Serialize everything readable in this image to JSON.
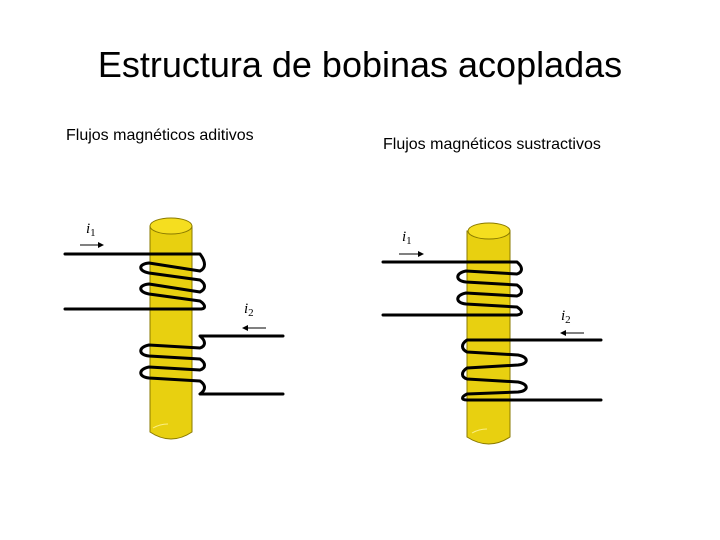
{
  "title": "Estructura de bobinas acopladas",
  "left": {
    "caption": "Flujos magnéticos aditivos",
    "current1": {
      "symbol": "i",
      "sub": "1"
    },
    "current2": {
      "symbol": "i",
      "sub": "2"
    }
  },
  "right": {
    "caption": "Flujos magnéticos sustractivos",
    "current1": {
      "symbol": "i",
      "sub": "1"
    },
    "current2": {
      "symbol": "i",
      "sub": "2"
    }
  },
  "colors": {
    "core_fill": "#E8D010",
    "core_top": "#F5DE1F",
    "core_edge": "#8A7A00",
    "wire": "#000000"
  }
}
